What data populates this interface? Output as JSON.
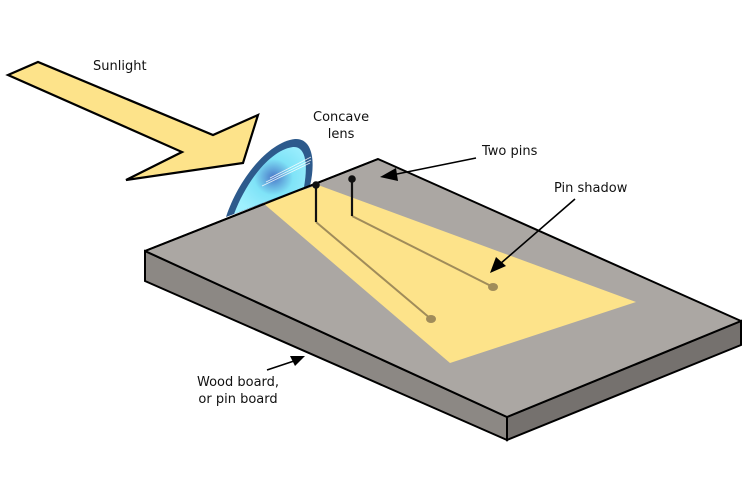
{
  "diagram": {
    "title": "Concave lens pin experiment setup",
    "labels": {
      "sunlight": "Sunlight",
      "concave_lens_line1": "Concave",
      "concave_lens_line2": "lens",
      "two_pins": "Two pins",
      "pin_shadow": "Pin shadow",
      "wood_board_line1": "Wood board,",
      "wood_board_line2": "or pin board"
    },
    "colors": {
      "sunlight": "#fde38a",
      "board_top": "#aba7a3",
      "board_side_front": "#8c8884",
      "board_side_right": "#75716e",
      "lens_rim": "#2d5a8c",
      "lens_glass": "#7fe3f7",
      "pin": "#111111",
      "shadow": "#a08c5a",
      "outline": "#000000"
    }
  }
}
